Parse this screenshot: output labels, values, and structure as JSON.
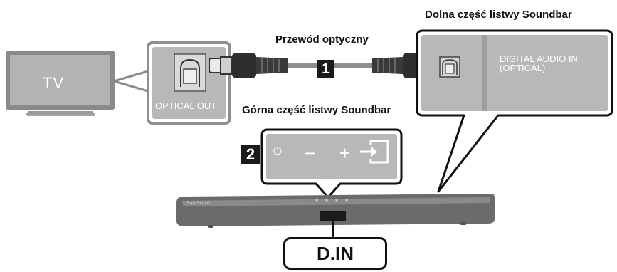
{
  "labels": {
    "soundbar_bottom_title": "Dolna część listwy Soundbar",
    "cable_label": "Przewód optyczny",
    "soundbar_top_title": "Górna część listwy Soundbar",
    "tv": "TV",
    "optical_out": "OPTICAL OUT",
    "digital_audio_in": "DIGITAL AUDIO IN\n(OPTICAL)",
    "step_1": "1",
    "step_2": "2",
    "power_symbol": "⏻",
    "volume_down_symbol": "−",
    "volume_up_symbol": "+",
    "brand": "SAMSUNG",
    "mode_display": "D.IN"
  },
  "colors": {
    "panel_gray": "#b8b8b8",
    "panel_border": "#8f8f8f",
    "soundbar_body": "#6b6b6b",
    "soundbar_top": "#8a8a8a",
    "badge": "#1a1a1a"
  },
  "icons": {
    "input_source": "input-source-icon",
    "optical_port": "optical-port-icon"
  }
}
